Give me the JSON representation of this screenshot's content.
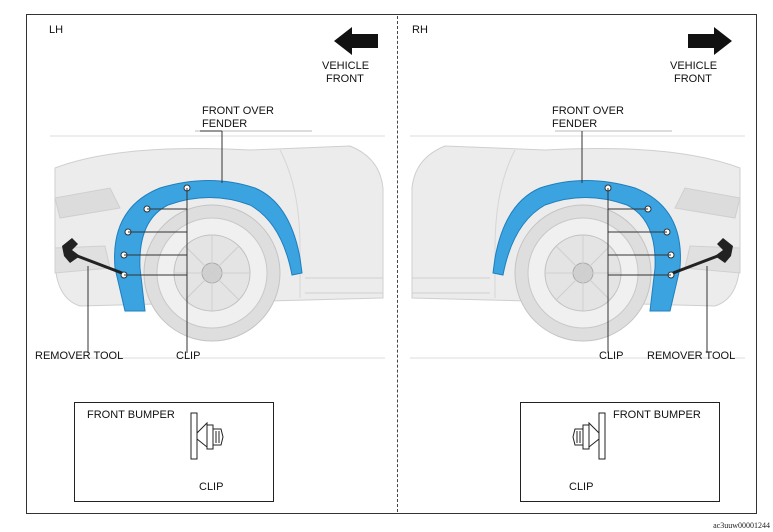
{
  "left": {
    "side": "LH",
    "vehicle_front": [
      "VEHICLE",
      "FRONT"
    ],
    "fender": [
      "FRONT OVER",
      "FENDER"
    ],
    "tool": "REMOVER TOOL",
    "clip": "CLIP",
    "inset_bumper": "FRONT BUMPER",
    "inset_clip": "CLIP"
  },
  "right": {
    "side": "RH",
    "vehicle_front": [
      "VEHICLE",
      "FRONT"
    ],
    "fender": [
      "FRONT OVER",
      "FENDER"
    ],
    "tool": "REMOVER TOOL",
    "clip": "CLIP",
    "inset_bumper": "FRONT BUMPER",
    "inset_clip": "CLIP"
  },
  "figure_code": "ac3uuw00001244",
  "colors": {
    "fender": "#3aa3e0",
    "car_body": "#e9e9e9",
    "line": "#222222"
  }
}
